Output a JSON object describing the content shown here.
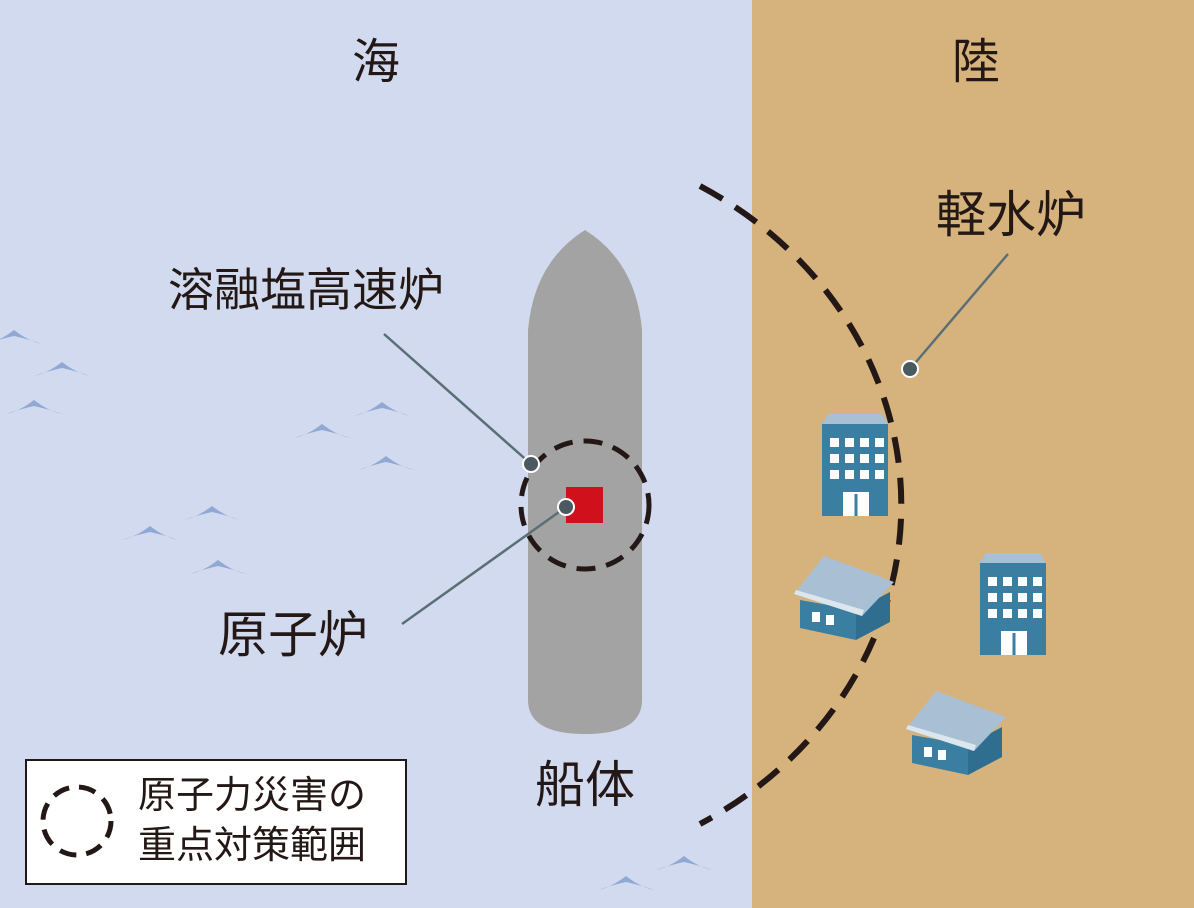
{
  "regions": {
    "sea": "海",
    "land": "陸"
  },
  "labels": {
    "msr": "溶融塩高速炉",
    "reactor": "原子炉",
    "lwr": "軽水炉",
    "hull": "船体"
  },
  "legend": {
    "line1": "原子力災害の",
    "line2": "重点対策範囲"
  },
  "icons": [
    "wave-icon",
    "office-building-icon",
    "house-icon"
  ],
  "colors": {
    "sea": "#d1daee",
    "land": "#d6b37d",
    "ship": "#a3a3a3",
    "reactor": "#d0111b",
    "dashed_zone": "#231815",
    "building": "#3a7ea1",
    "wave": "#8fa8d4"
  }
}
